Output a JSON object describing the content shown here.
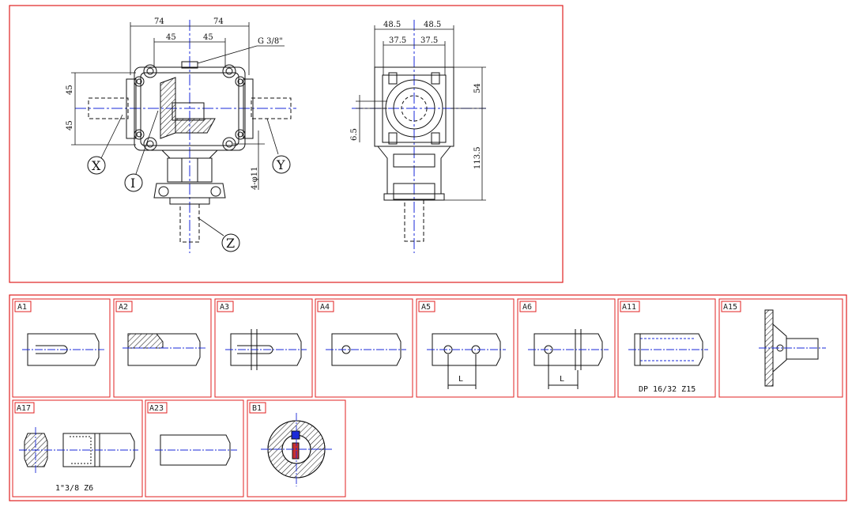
{
  "colors": {
    "frame": "#e02020",
    "line": "#111111",
    "center": "#1a2ad8"
  },
  "drawing": {
    "front_view": {
      "dims": [
        "74",
        "74",
        "45",
        "45",
        "45",
        "45"
      ],
      "thread": "G 3/8\"",
      "hole": "4-φ11",
      "callouts": [
        "X",
        "Y",
        "I",
        "Z"
      ]
    },
    "side_view": {
      "dims": [
        "48.5",
        "48.5",
        "37.5",
        "37.5",
        "54",
        "6.5",
        "113.5"
      ]
    }
  },
  "shaft_options": [
    {
      "code": "A1",
      "caption": ""
    },
    {
      "code": "A2",
      "caption": ""
    },
    {
      "code": "A3",
      "caption": ""
    },
    {
      "code": "A4",
      "caption": ""
    },
    {
      "code": "A5",
      "caption": "",
      "dim": "L"
    },
    {
      "code": "A6",
      "caption": "",
      "dim": "L"
    },
    {
      "code": "A11",
      "caption": "DP 16/32 Z15"
    },
    {
      "code": "A15",
      "caption": ""
    },
    {
      "code": "A17",
      "caption": "1\"3/8 Z6"
    },
    {
      "code": "A23",
      "caption": ""
    },
    {
      "code": "B1",
      "caption": ""
    }
  ]
}
